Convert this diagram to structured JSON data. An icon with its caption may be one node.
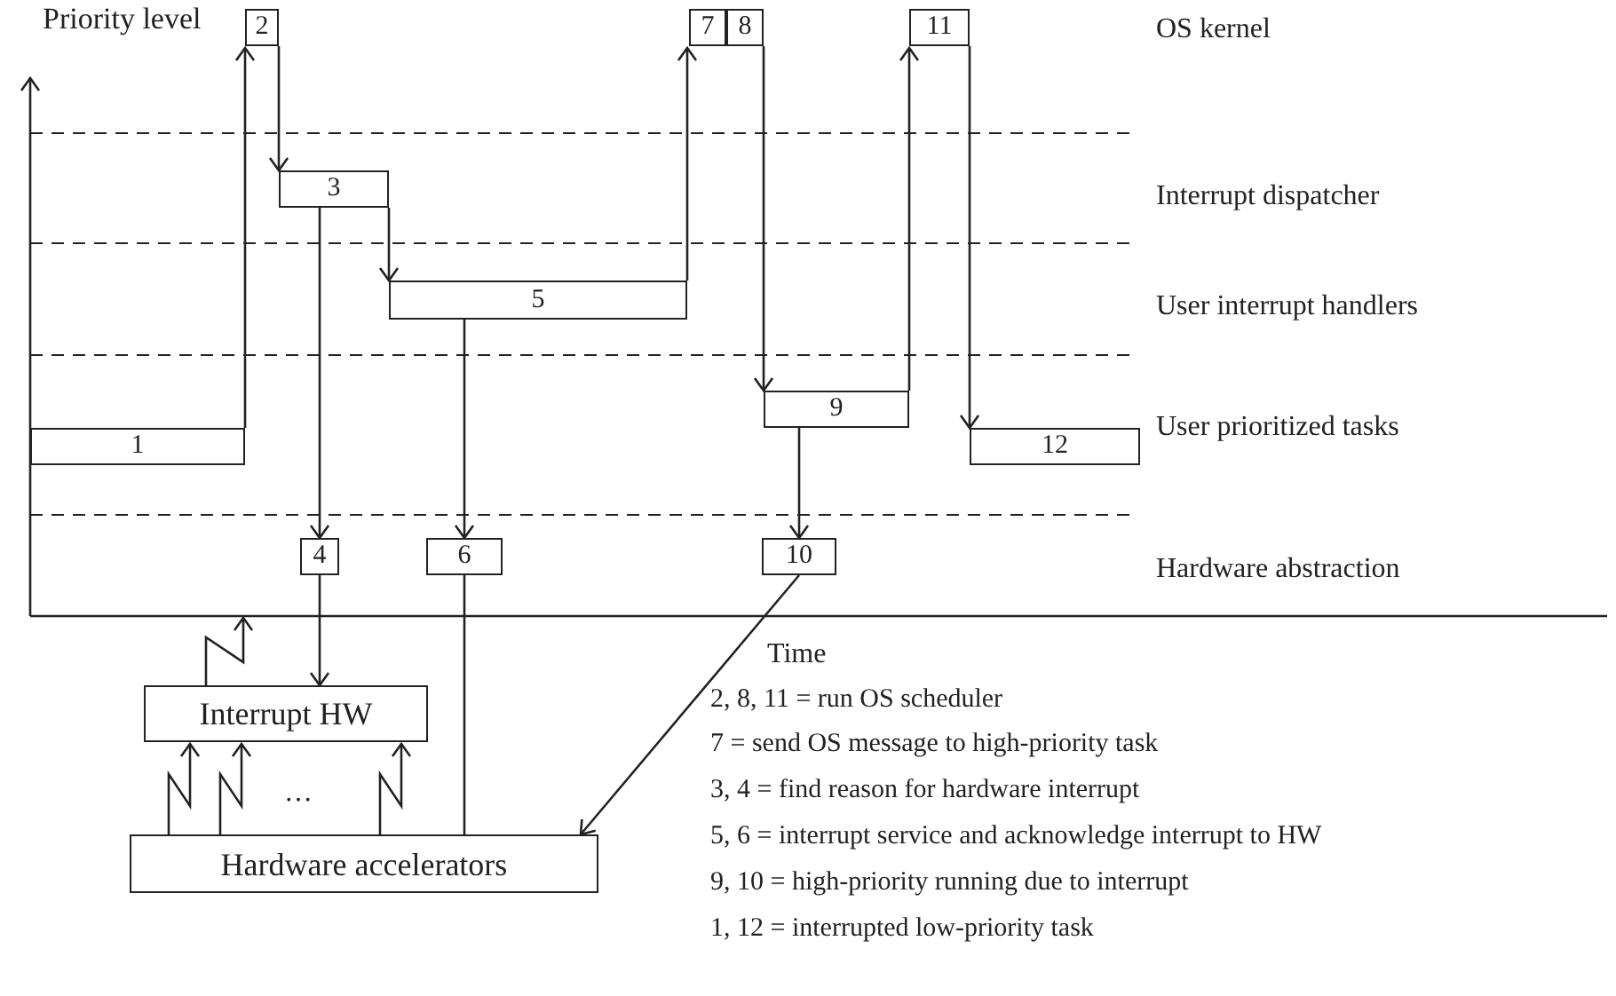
{
  "diagram": {
    "nodes": [
      {
        "text": [
          "2"
        ]
      },
      {
        "text": [
          "7"
        ]
      },
      {
        "text": [
          "8"
        ]
      },
      {
        "text": [
          "11"
        ]
      },
      {
        "text": [
          "3"
        ]
      },
      {
        "text": [
          "5"
        ]
      },
      {
        "text": [
          "9"
        ]
      },
      {
        "text": [
          "1"
        ]
      },
      {
        "text": [
          "12"
        ]
      },
      {
        "text": [
          "4"
        ]
      },
      {
        "text": [
          "6"
        ]
      },
      {
        "text": [
          "10"
        ]
      },
      {
        "text": [
          "Interrupt HW"
        ]
      },
      {
        "text": [
          "Hardware accelerators"
        ]
      }
    ],
    "edges": [
      {
        "from": 7,
        "to": 0,
        "arrow": "to"
      },
      {
        "from": 0,
        "to": 4,
        "arrow": "to"
      },
      {
        "from": 4,
        "to": 5,
        "arrow": "to"
      },
      {
        "from": 4,
        "to": 9,
        "arrow": "to"
      },
      {
        "from": 5,
        "to": 1,
        "arrow": "to"
      },
      {
        "from": 5,
        "to": 10,
        "arrow": "to"
      },
      {
        "from": 2,
        "to": 6,
        "arrow": "to"
      },
      {
        "from": 6,
        "to": 3,
        "arrow": "to"
      },
      {
        "from": 3,
        "to": 8,
        "arrow": "to"
      },
      {
        "from": 6,
        "to": 11,
        "arrow": "to"
      },
      {
        "from": 9,
        "to": 12,
        "arrow": "to"
      },
      {
        "from": 10,
        "to": 13,
        "arrow": "none"
      },
      {
        "from": 11,
        "to": 13,
        "arrow": "to"
      },
      {
        "from": 12,
        "to": null,
        "arrow": "to"
      },
      {
        "from": 13,
        "to": 12,
        "arrow": "to"
      },
      {
        "from": 13,
        "to": 12,
        "arrow": "to"
      },
      {
        "from": 13,
        "to": 12,
        "arrow": "to"
      }
    ],
    "labels": [
      "Priority level",
      "OS kernel",
      "Interrupt dispatcher",
      "User interrupt handlers",
      "User prioritized tasks",
      "Hardware abstraction",
      "…",
      "Time",
      "2, 8, 11 = run OS scheduler",
      "7 = send OS message to high-priority task",
      "3, 4 = find reason for hardware interrupt",
      "5, 6 = interrupt service and acknowledge interrupt to HW",
      "9, 10 = high-priority running due to interrupt",
      "1, 12 = interrupted low-priority task"
    ]
  }
}
